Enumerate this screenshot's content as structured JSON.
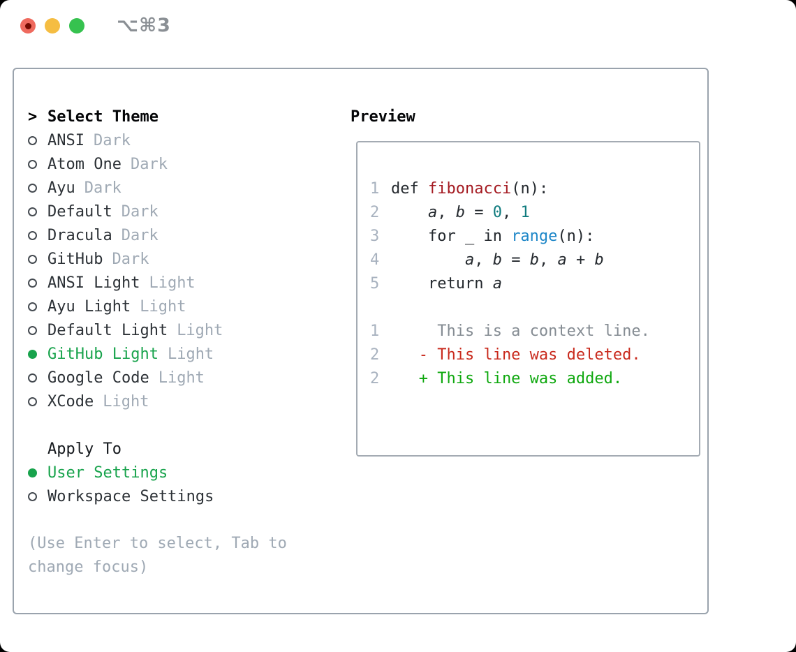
{
  "titlebar": {
    "title": "⌥⌘3"
  },
  "theme_picker": {
    "prompt": ">",
    "title": "Select Theme",
    "themes": [
      {
        "name": "ANSI",
        "tag": "Dark",
        "selected": false
      },
      {
        "name": "Atom One",
        "tag": "Dark",
        "selected": false
      },
      {
        "name": "Ayu",
        "tag": "Dark",
        "selected": false
      },
      {
        "name": "Default",
        "tag": "Dark",
        "selected": false
      },
      {
        "name": "Dracula",
        "tag": "Dark",
        "selected": false
      },
      {
        "name": "GitHub",
        "tag": "Dark",
        "selected": false
      },
      {
        "name": "ANSI Light",
        "tag": "Light",
        "selected": false
      },
      {
        "name": "Ayu Light",
        "tag": "Light",
        "selected": false
      },
      {
        "name": "Default Light",
        "tag": "Light",
        "selected": false
      },
      {
        "name": "GitHub Light",
        "tag": "Light",
        "selected": true
      },
      {
        "name": "Google Code",
        "tag": "Light",
        "selected": false
      },
      {
        "name": "XCode",
        "tag": "Light",
        "selected": false
      }
    ],
    "apply_to": {
      "title": "Apply To",
      "options": [
        {
          "name": "User Settings",
          "selected": true
        },
        {
          "name": "Workspace Settings",
          "selected": false
        }
      ]
    },
    "hint": "(Use Enter to select, Tab to change focus)"
  },
  "preview": {
    "title": "Preview",
    "code_lines": [
      {
        "num": "1",
        "segments": [
          {
            "t": "def ",
            "c": "plain"
          },
          {
            "t": "fibonacci",
            "c": "func"
          },
          {
            "t": "(n):",
            "c": "plain"
          }
        ]
      },
      {
        "num": "2",
        "segments": [
          {
            "t": "    ",
            "c": "plain"
          },
          {
            "t": "a",
            "c": "var"
          },
          {
            "t": ", ",
            "c": "plain"
          },
          {
            "t": "b",
            "c": "var"
          },
          {
            "t": " = ",
            "c": "plain"
          },
          {
            "t": "0",
            "c": "num"
          },
          {
            "t": ", ",
            "c": "plain"
          },
          {
            "t": "1",
            "c": "num"
          }
        ]
      },
      {
        "num": "3",
        "segments": [
          {
            "t": "    for _ in ",
            "c": "plain"
          },
          {
            "t": "range",
            "c": "builtin"
          },
          {
            "t": "(n):",
            "c": "plain"
          }
        ]
      },
      {
        "num": "4",
        "segments": [
          {
            "t": "        ",
            "c": "plain"
          },
          {
            "t": "a",
            "c": "var"
          },
          {
            "t": ", ",
            "c": "plain"
          },
          {
            "t": "b",
            "c": "var"
          },
          {
            "t": " = ",
            "c": "plain"
          },
          {
            "t": "b",
            "c": "var"
          },
          {
            "t": ", ",
            "c": "plain"
          },
          {
            "t": "a",
            "c": "var"
          },
          {
            "t": " + ",
            "c": "plain"
          },
          {
            "t": "b",
            "c": "var"
          }
        ]
      },
      {
        "num": "5",
        "segments": [
          {
            "t": "    return ",
            "c": "plain"
          },
          {
            "t": "a",
            "c": "var"
          }
        ]
      }
    ],
    "diff_lines": [
      {
        "num": "1",
        "text": "     This is a context line.",
        "kind": "context"
      },
      {
        "num": "2",
        "text": "   - This line was deleted.",
        "kind": "deleted"
      },
      {
        "num": "2",
        "text": "   + This line was added.",
        "kind": "added"
      }
    ]
  },
  "colors": {
    "selected_green": "#18a34c",
    "diff_added": "#0fa80f",
    "diff_deleted": "#c92a1d",
    "diff_context": "#858c93",
    "code_plain": "#24292e",
    "code_func": "#a41a21",
    "code_number": "#0f7b7e",
    "code_builtin": "#1e87c8",
    "line_number": "#a8b2bf",
    "tag_dim": "#9fa9b4",
    "panel_border": "#9aa3ad",
    "traffic_red": "#ef6a5e",
    "traffic_yellow": "#f5bd42",
    "traffic_green": "#36c24f",
    "title_gray": "#8a8f94"
  }
}
